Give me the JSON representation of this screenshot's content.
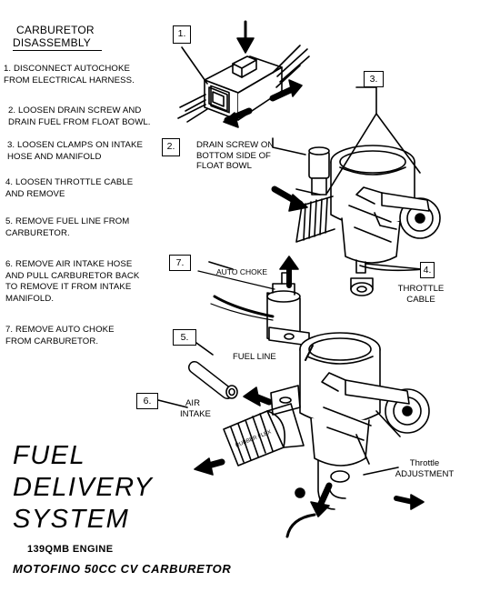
{
  "header": {
    "title_line1": "CARBURETOR",
    "title_line2": "DISASSEMBLY"
  },
  "steps": [
    {
      "line1": "1. DISCONNECT AUTOCHOKE",
      "line2": "FROM ELECTRICAL HARNESS."
    },
    {
      "line1": "2. LOOSEN DRAIN SCREW AND",
      "line2": "DRAIN FUEL FROM FLOAT BOWL."
    },
    {
      "line1": "3. LOOSEN CLAMPS ON INTAKE",
      "line2": "HOSE AND MANIFOLD"
    },
    {
      "line1": "4. LOOSEN THROTTLE CABLE",
      "line2": "AND REMOVE"
    },
    {
      "line1": "5. REMOVE FUEL LINE FROM",
      "line2": "CARBURETOR."
    },
    {
      "line1": "6. REMOVE AIR INTAKE HOSE",
      "line2": "AND PULL CARBURETOR BACK",
      "line3": "TO REMOVE IT FROM INTAKE",
      "line4": "MANIFOLD."
    },
    {
      "line1": "7. REMOVE AUTO CHOKE",
      "line2": "FROM CARBURETOR."
    }
  ],
  "callouts": {
    "c1": "1.",
    "c2": "2.",
    "c3": "3.",
    "c4": "4.",
    "c5": "5.",
    "c6": "6.",
    "c7": "7."
  },
  "labels": {
    "drain_screw_line1": "DRAIN SCREW ON",
    "drain_screw_line2": "BOTTOM SIDE OF",
    "drain_screw_line3": "FLOAT BOWL",
    "auto_choke": "AUTO CHOKE",
    "throttle_cable_line1": "THROTTLE",
    "throttle_cable_line2": "CABLE",
    "fuel_line": "FUEL LINE",
    "air_intake_line1": "AIR",
    "air_intake_line2": "INTAKE",
    "throttle_adj_line1": "Throttle",
    "throttle_adj_line2": "ADJUSTMENT",
    "hose_text": "RUBBER FLEX"
  },
  "footer": {
    "big_line1": "FUEL",
    "big_line2": "DELIVERY",
    "big_line3": "SYSTEM",
    "engine": "139QMB ENGINE",
    "model": "MOTOFINO 50CC CV CARBURETOR"
  }
}
